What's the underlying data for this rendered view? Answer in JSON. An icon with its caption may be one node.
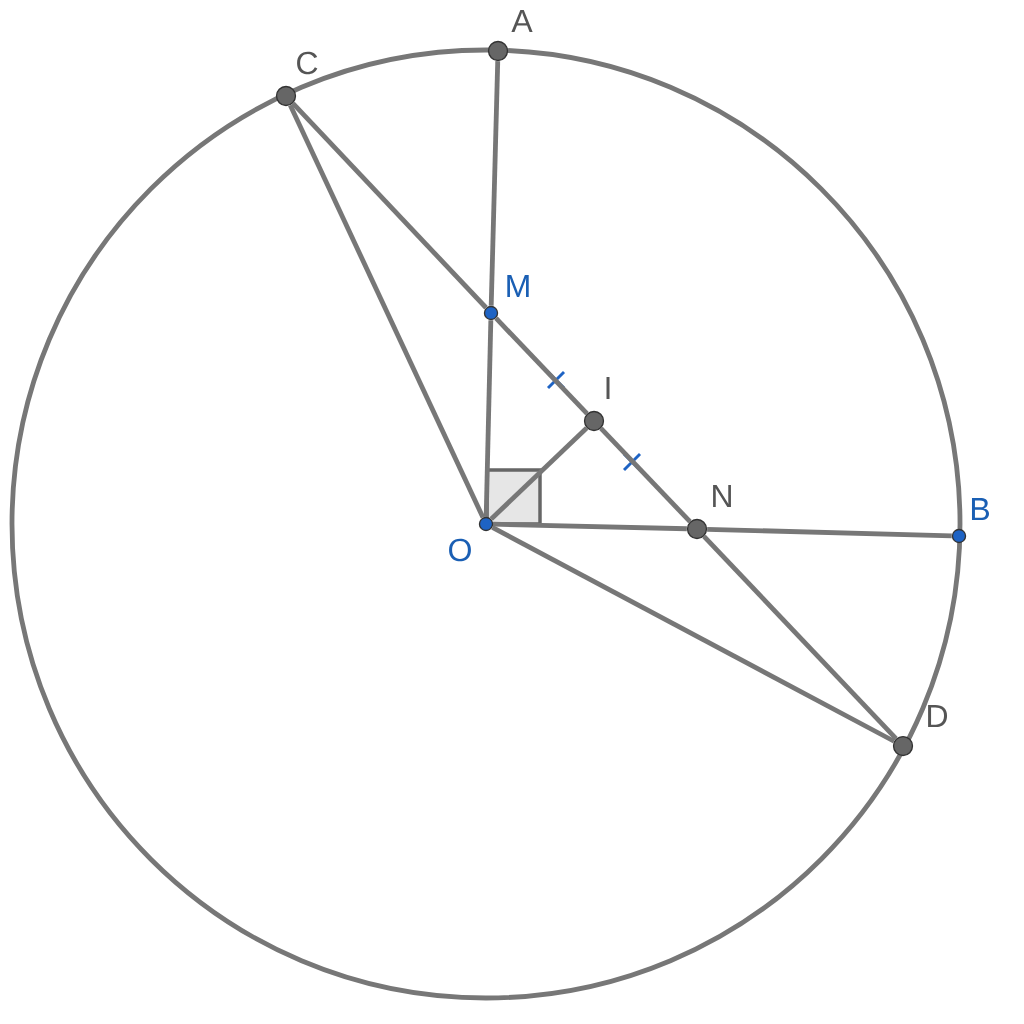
{
  "diagram": {
    "nodes": [
      {
        "text": [
          "A"
        ]
      },
      {
        "text": [
          "C"
        ]
      },
      {
        "text": [
          "M"
        ]
      },
      {
        "text": [
          "I"
        ]
      },
      {
        "text": [
          "O"
        ]
      },
      {
        "text": [
          "N"
        ]
      },
      {
        "text": [
          "B"
        ]
      },
      {
        "text": [
          "D"
        ]
      }
    ],
    "edges": [
      {
        "from": 4,
        "to": 2,
        "arrow": "none"
      },
      {
        "from": 2,
        "to": 0,
        "arrow": "none"
      },
      {
        "from": 1,
        "to": 2,
        "arrow": "none"
      },
      {
        "from": 2,
        "to": 3,
        "arrow": "none"
      },
      {
        "from": 3,
        "to": 5,
        "arrow": "none"
      },
      {
        "from": 5,
        "to": 7,
        "arrow": "none"
      },
      {
        "from": 4,
        "to": 1,
        "arrow": "none"
      },
      {
        "from": 4,
        "to": 7,
        "arrow": "none"
      },
      {
        "from": 4,
        "to": 3,
        "arrow": "none"
      },
      {
        "from": 4,
        "to": 5,
        "arrow": "none"
      },
      {
        "from": 5,
        "to": 6,
        "arrow": "none"
      }
    ]
  }
}
